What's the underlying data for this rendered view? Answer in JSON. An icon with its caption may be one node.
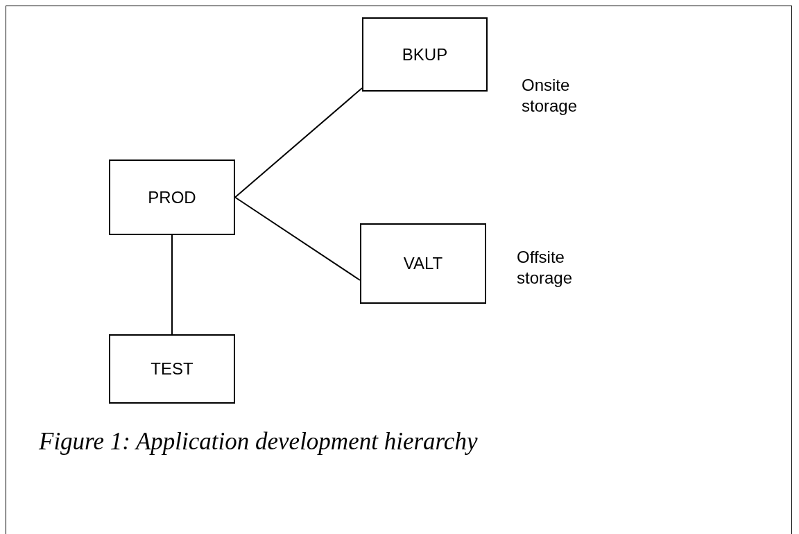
{
  "diagram": {
    "caption": "Figure 1: Application development hierarchy",
    "nodes": [
      {
        "text": [
          "PROD"
        ]
      },
      {
        "text": [
          "BKUP"
        ],
        "beside": [
          "Onsite storage"
        ]
      },
      {
        "text": [
          "VALT"
        ],
        "beside": [
          "Offsite storage"
        ]
      },
      {
        "text": [
          "TEST"
        ]
      }
    ],
    "edges": [
      {
        "from": 0,
        "to": 1,
        "arrow": "none"
      },
      {
        "from": 0,
        "to": 2,
        "arrow": "none"
      },
      {
        "from": 0,
        "to": 3,
        "arrow": "none"
      }
    ]
  }
}
